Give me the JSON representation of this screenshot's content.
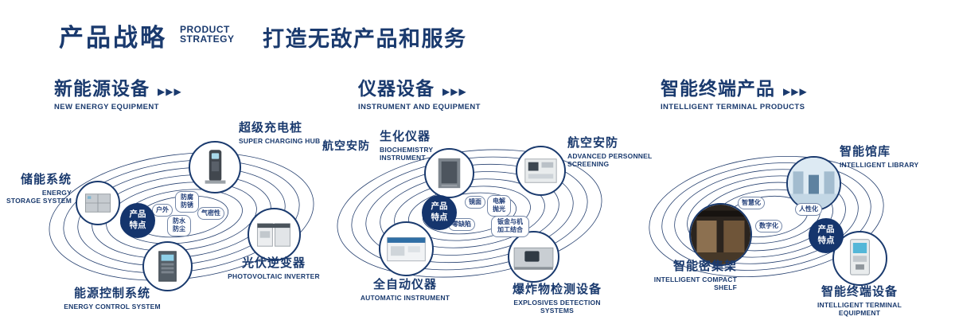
{
  "header": {
    "title": "产品战略",
    "subtitle_lines": [
      "PRODUCT",
      "STRATEGY"
    ],
    "tagline": "打造无敌产品和服务"
  },
  "icons": {
    "arrows": "▶▶▶"
  },
  "colors": {
    "accent_navy": "#1a3a6e",
    "badge_navy": "#15356d"
  },
  "sections": [
    {
      "title": "新能源设备",
      "subtitle": "NEW ENERGY EQUIPMENT",
      "badge": "产品特点",
      "features": [
        "防腐防锈",
        "户外",
        "气密性",
        "防水防尘"
      ],
      "products": [
        {
          "name": "超级充电桩",
          "en": "SUPER CHARGING HUB"
        },
        {
          "name": "储能系统",
          "en": "ENERGY STORAGE SYSTEM"
        },
        {
          "name": "光伏逆变器",
          "en": "PHOTOVOLTAIC INVERTER"
        },
        {
          "name": "能源控制系统",
          "en": "ENERGY CONTROL SYSTEM"
        }
      ]
    },
    {
      "title": "仪器设备",
      "subtitle": "INSTRUMENT AND EQUIPMENT",
      "badge": "产品特点",
      "side_label": "航空安防",
      "features": [
        "镜面",
        "电解抛光",
        "零缺陷",
        "钣金与机加工结合"
      ],
      "products": [
        {
          "name": "生化仪器",
          "en": "BIOCHEMISTRY INSTRUMENT"
        },
        {
          "name": "航空安防",
          "en": "ADVANCED PERSONNEL SCREENING"
        },
        {
          "name": "全自动仪器",
          "en": "AUTOMATIC INSTRUMENT"
        },
        {
          "name": "爆炸物检测设备",
          "en": "EXPLOSIVES DETECTION SYSTEMS"
        }
      ]
    },
    {
      "title": "智能终端产品",
      "subtitle": "INTELLIGENT TERMINAL PRODUCTS",
      "badge": "产品特点",
      "features": [
        "智慧化",
        "人性化",
        "数字化"
      ],
      "products": [
        {
          "name": "智能馆库",
          "en": "INTELLIGENT LIBRARY"
        },
        {
          "name": "智能密集架",
          "en": "INTELLIGENT COMPACT SHELF"
        },
        {
          "name": "智能终端设备",
          "en": "INTELLIGENT TERMINAL EQUIPMENT"
        }
      ]
    }
  ]
}
